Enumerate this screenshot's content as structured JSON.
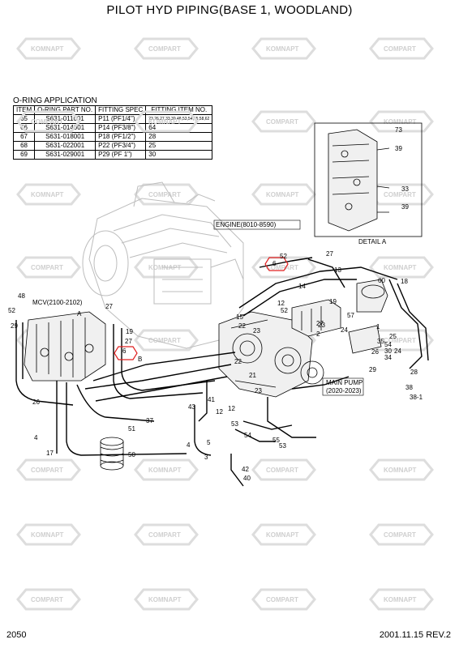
{
  "title": "PILOT HYD PIPING(BASE 1, WOODLAND)",
  "oring": {
    "caption": "O-RING APPLICATION",
    "headers": [
      "ITEM",
      "O-RING PART NO.",
      "FITTING SPEC",
      "FITTING ITEM NO."
    ],
    "rows": [
      [
        "65",
        "S631-011001",
        "P11 (PF1/4\")",
        "23,26,27,33,39,48,53,54,55,58,62"
      ],
      [
        "66",
        "S631-014001",
        "P14 (PF3/8\")",
        "64"
      ],
      [
        "67",
        "S631-018001",
        "P18 (PF1/2\")",
        "28"
      ],
      [
        "68",
        "S631-022001",
        "P22 (PF3/4\")",
        "25"
      ],
      [
        "69",
        "S631-029001",
        "P29 (PF  1\")",
        "30"
      ]
    ]
  },
  "labels": {
    "engine": "ENGINE(8010-8590)",
    "mcv": "MCV(2100-2102)",
    "main_pump": "MAIN PUMP",
    "main_pump_range": "(2020-2023)",
    "detail": "DETAIL A",
    "a": "A",
    "b": "B"
  },
  "watermarks": [
    "KOMNAPT",
    "COMPART"
  ],
  "item_numbers": [
    "73",
    "39",
    "33",
    "39",
    "52",
    "27",
    "6",
    "13",
    "14",
    "19",
    "60",
    "18",
    "12",
    "52",
    "57",
    "15",
    "22",
    "2",
    "27",
    "1",
    "26",
    "30",
    "29",
    "25",
    "54",
    "35",
    "34",
    "24",
    "28",
    "38",
    "38-1",
    "48",
    "52",
    "29",
    "27",
    "19",
    "6",
    "27",
    "23",
    "22",
    "21",
    "23",
    "12",
    "53",
    "54",
    "55",
    "43",
    "41",
    "37",
    "12",
    "51",
    "5",
    "53",
    "4",
    "50",
    "17",
    "26",
    "40",
    "42",
    "3",
    "4",
    "23",
    "24"
  ],
  "footer": {
    "page": "2050",
    "date_rev": "2001.11.15  REV.2"
  }
}
